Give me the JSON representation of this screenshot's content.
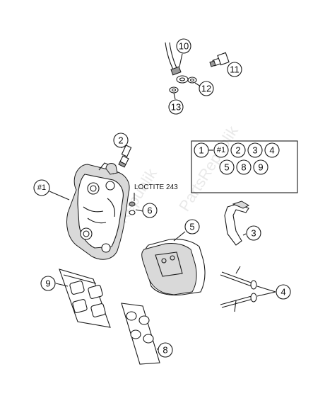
{
  "watermark": "PartsRepublik",
  "note": "LOCTITE 243",
  "callouts": {
    "c10": "10",
    "c11": "11",
    "c12": "12",
    "c13": "13",
    "c2": "2",
    "c6": "6",
    "c5": "5",
    "c3": "3",
    "c4": "4",
    "c9": "9",
    "c8": "8",
    "caliper": "#1"
  },
  "kit_box": {
    "row1": [
      "1",
      "#1",
      "2",
      "3",
      "4"
    ],
    "row2": [
      "5",
      "8",
      "9"
    ]
  }
}
